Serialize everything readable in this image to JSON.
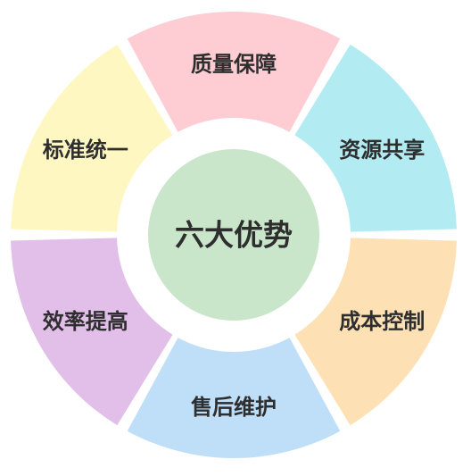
{
  "center": {
    "label": "六大优势",
    "color": "#c9e6cb"
  },
  "segments": [
    {
      "label": "质量保障",
      "color": "#fdcdd3"
    },
    {
      "label": "资源共享",
      "color": "#b3ebf2"
    },
    {
      "label": "成本控制",
      "color": "#fde0b3"
    },
    {
      "label": "售后维护",
      "color": "#bfdff8"
    },
    {
      "label": "效率提高",
      "color": "#e1bfe8"
    },
    {
      "label": "标准统一",
      "color": "#fff7c2"
    }
  ]
}
